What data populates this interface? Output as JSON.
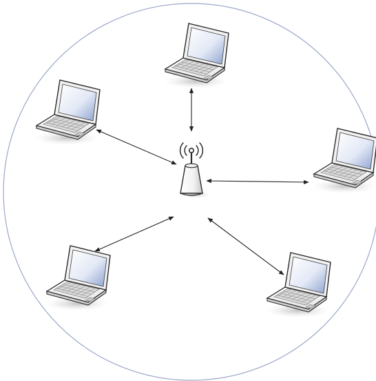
{
  "diagram": {
    "kind": "wireless-network-topology",
    "center_node": {
      "type": "wireless-access-point",
      "icon": "wifi-router-icon"
    },
    "nodes": [
      {
        "id": "top",
        "type": "laptop",
        "icon": "laptop-icon"
      },
      {
        "id": "upper-left",
        "type": "laptop",
        "icon": "laptop-icon"
      },
      {
        "id": "right",
        "type": "laptop",
        "icon": "laptop-icon"
      },
      {
        "id": "lower-left",
        "type": "laptop",
        "icon": "laptop-icon"
      },
      {
        "id": "lower-right",
        "type": "laptop",
        "icon": "laptop-icon"
      }
    ],
    "links": [
      {
        "from": "access-point",
        "to": "top",
        "style": "double-arrow"
      },
      {
        "from": "access-point",
        "to": "upper-left",
        "style": "double-arrow"
      },
      {
        "from": "access-point",
        "to": "right",
        "style": "double-arrow"
      },
      {
        "from": "access-point",
        "to": "lower-left",
        "style": "double-arrow"
      },
      {
        "from": "access-point",
        "to": "lower-right",
        "style": "double-arrow"
      }
    ],
    "coverage_area": {
      "shape": "circle",
      "icon": "coverage-circle"
    },
    "colors": {
      "coverage_stroke": "#9aa7c8",
      "arrow": "#222222",
      "laptop_body": "#f4f4f4",
      "laptop_outline": "#2a2a2a",
      "screen_light": "#ffffff",
      "screen_dark": "#8fa3d0",
      "keyboard": "#d8d8d8",
      "shadow": "#cfcfcf"
    }
  }
}
